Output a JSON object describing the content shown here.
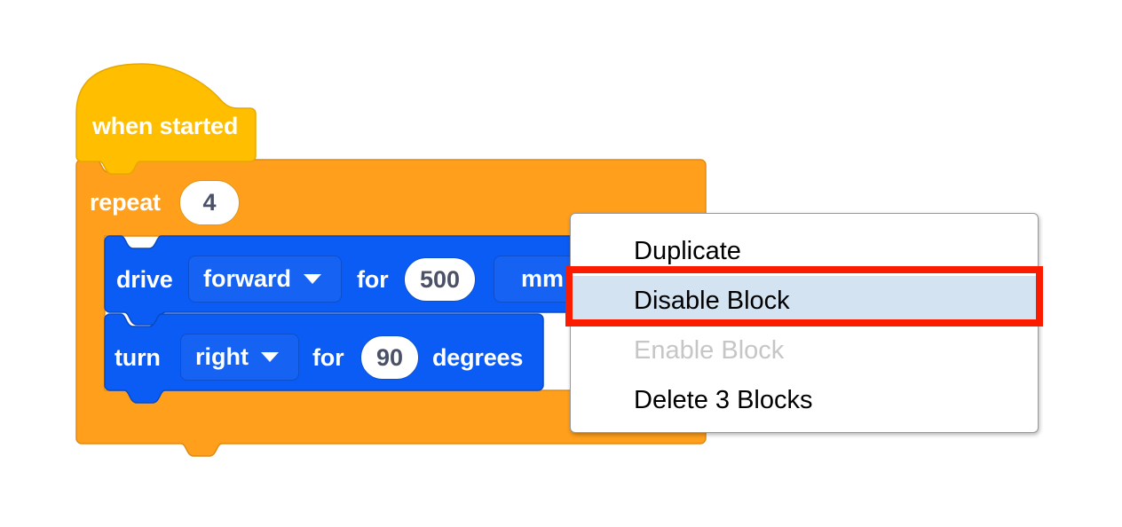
{
  "workspace": {
    "colors": {
      "hat_block": "#ffbf00",
      "hat_block_border": "#e6a800",
      "control_block": "#ff9f1c",
      "control_block_border": "#e08a12",
      "motion_block": "#0b5cf5",
      "motion_block_border": "#0a49c2",
      "field_text": "#4a5168",
      "highlight_red": "#fb1c00",
      "menu_highlight": "#d3e3f1"
    },
    "blocks": [
      {
        "id": "when-started",
        "type": "hat",
        "label": "when started"
      },
      {
        "id": "repeat",
        "type": "c-block",
        "label": "repeat",
        "value": "4"
      },
      {
        "id": "drive",
        "type": "statement",
        "label": "drive",
        "dropdown": "forward",
        "connector": "for",
        "value": "500",
        "unit": "mm"
      },
      {
        "id": "turn",
        "type": "statement",
        "label": "turn",
        "dropdown": "right",
        "connector": "for",
        "value": "90",
        "unit": "degrees"
      }
    ]
  },
  "context_menu": {
    "items": [
      {
        "label": "Duplicate",
        "state": "normal"
      },
      {
        "label": "Disable Block",
        "state": "highlighted"
      },
      {
        "label": "Enable Block",
        "state": "disabled"
      },
      {
        "label": "Delete 3 Blocks",
        "state": "normal"
      }
    ]
  }
}
